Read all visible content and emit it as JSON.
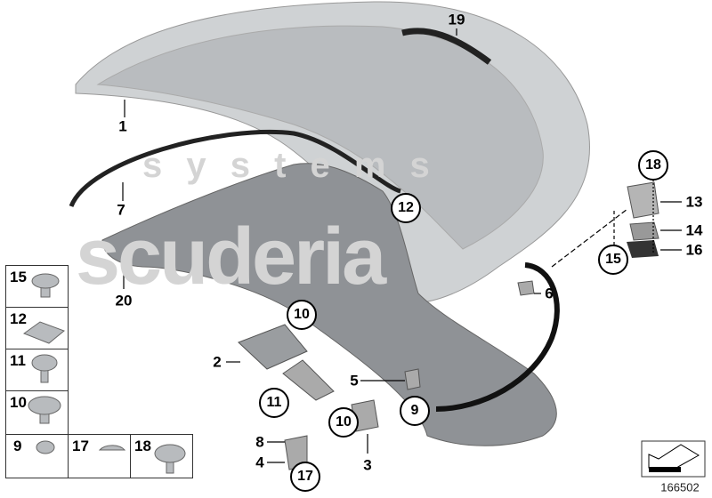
{
  "watermark": {
    "line1": "scuderia",
    "line2": "s y s t e m s"
  },
  "labels": {
    "l19": "19",
    "l1": "1",
    "l7": "7",
    "l20": "20",
    "l12": "12",
    "l18": "18",
    "l13": "13",
    "l14": "14",
    "l15": "15",
    "l16": "16",
    "l6": "6",
    "l10a": "10",
    "l2": "2",
    "l11": "11",
    "l5": "5",
    "l9": "9",
    "l10b": "10",
    "l8": "8",
    "l4": "4",
    "l17": "17",
    "l3": "3"
  },
  "side_boxes": [
    "15",
    "12",
    "11",
    "10",
    "9",
    "17",
    "18"
  ],
  "diagram_number": "166502"
}
